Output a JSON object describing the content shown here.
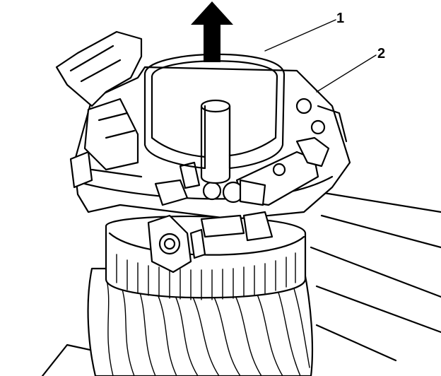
{
  "diagram": {
    "callouts": [
      {
        "number": "1"
      },
      {
        "number": "2"
      }
    ],
    "arrow": {
      "direction": "up"
    },
    "colors": {
      "ink": "#000000",
      "paper": "#ffffff"
    }
  }
}
